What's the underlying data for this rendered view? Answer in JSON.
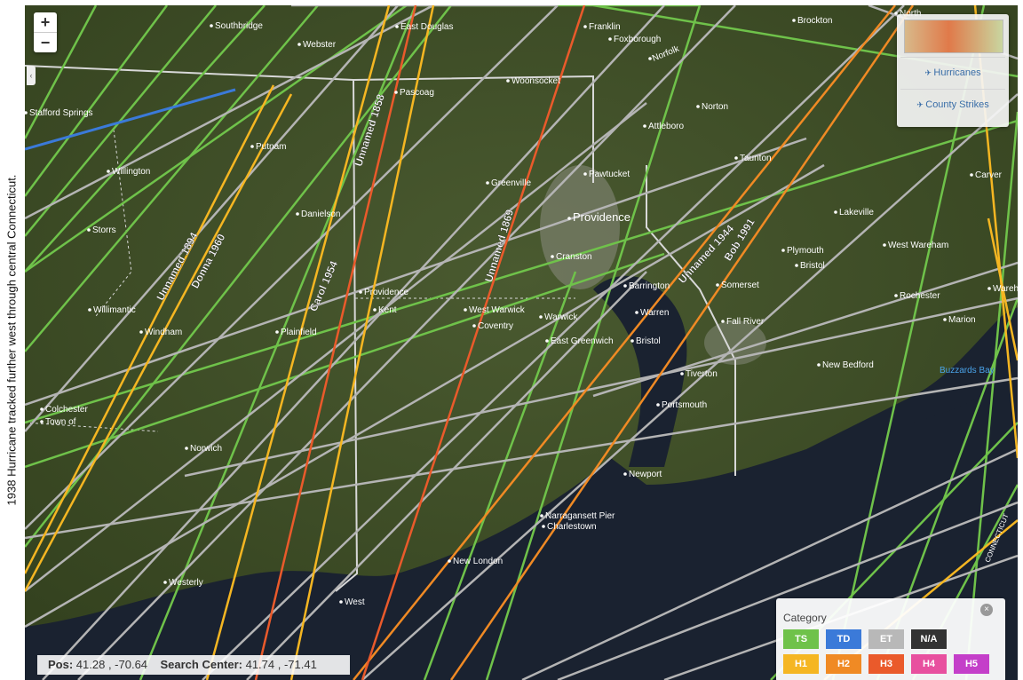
{
  "side_caption": "1938 Hurricane tracked  further  west through central Connecticut.",
  "zoom": {
    "in_label": "+",
    "out_label": "−"
  },
  "layers_panel": {
    "hurricanes_label": "Hurricanes",
    "county_strikes_label": "County Strikes"
  },
  "position_bar": {
    "pos_label": "Pos:",
    "pos_value": "41.28 , -70.64",
    "center_label": "Search Center:",
    "center_value": "41.74 , -71.41"
  },
  "legend": {
    "title": "Category",
    "items": [
      {
        "label": "TS",
        "color": "#6fc24a"
      },
      {
        "label": "TD",
        "color": "#3b7ad9"
      },
      {
        "label": "ET",
        "color": "#b8b8b8"
      },
      {
        "label": "N/A",
        "color": "#333333"
      },
      {
        "label": "H1",
        "color": "#f5b622"
      },
      {
        "label": "H2",
        "color": "#f08a24"
      },
      {
        "label": "H3",
        "color": "#ea5a2b"
      },
      {
        "label": "H4",
        "color": "#e8509f"
      },
      {
        "label": "H5",
        "color": "#c43fc9"
      }
    ]
  },
  "track_labels": [
    "Unnamed 1894",
    "Donna 1960",
    "Carol 1954",
    "Unnamed 1858",
    "Unnamed 1869",
    "Unnamed 1944",
    "Bob 1991"
  ],
  "place_labels": [
    "Southbridge",
    "Webster",
    "East Douglas",
    "Franklin",
    "Foxborough",
    "Norfolk",
    "Brockton",
    "North",
    "Stafford Springs",
    "Woonsocket",
    "Norton",
    "Pascoag",
    "Attleboro",
    "Putnam",
    "Taunton",
    "Greenville",
    "Pawtucket",
    "Carver",
    "Willington",
    "Storrs",
    "Danielson",
    "Providence",
    "Lakeville",
    "Cranston",
    "Plymouth",
    "West Wareham",
    "Bristol",
    "Somerset",
    "Rochester",
    "Barrington",
    "Wareham",
    "Providence",
    "Kent",
    "West Warwick",
    "Warwick",
    "Coventry",
    "Willimantic",
    "Windham",
    "Plainfield",
    "Warren",
    "Fall River",
    "Marion",
    "East Greenwich",
    "Bristol",
    "New Bedford",
    "Buzzards Bay",
    "Tiverton",
    "Colchester",
    "Town of",
    "Portsmouth",
    "Norwich",
    "Newport",
    "Narragansett Pier",
    "Charlestown",
    "New London",
    "Westerly",
    "West",
    "CONNECTICUT"
  ],
  "track_colors": {
    "ts": "#6fc24a",
    "td": "#3b7ad9",
    "et": "#b4b4b4",
    "h1": "#f5b622",
    "h2": "#f08a24",
    "h3": "#ea5a2b"
  }
}
